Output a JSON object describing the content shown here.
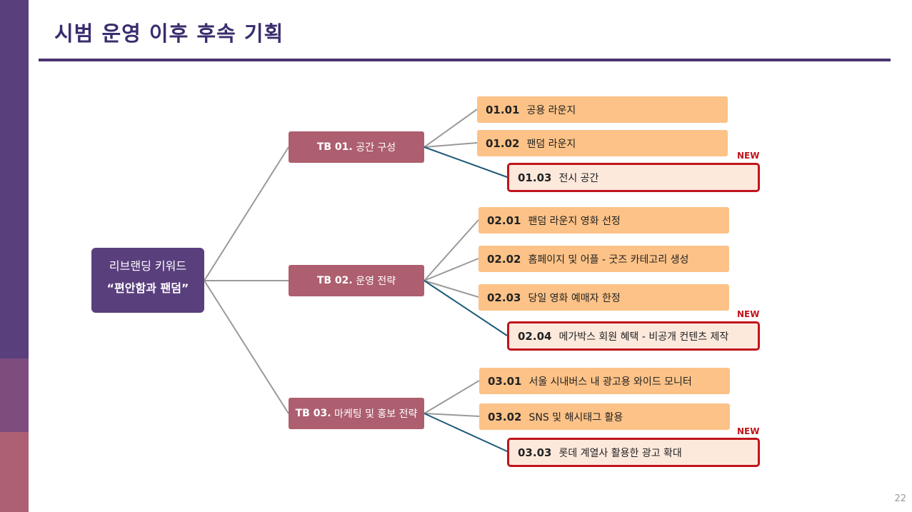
{
  "title": "시범 운영 이후 후속 기획",
  "page_number": "22",
  "root": {
    "line1": "리브랜딩 키워드",
    "line2": "“편안함과 팬덤”"
  },
  "colors": {
    "sidebar": "#5a3f7d",
    "root": "#5a3f7d",
    "branch": "#ad5f6f",
    "leaf": "#fcc287",
    "leaf_new_bg": "#fde9dc",
    "new_accent": "#c0141b",
    "new_link": "#1f5a78",
    "link": "#9a9a9a"
  },
  "branches": [
    {
      "code": "TB 01.",
      "label": "공간 구성",
      "items": [
        {
          "code": "01.01",
          "label": "공용 라운지",
          "is_new": false
        },
        {
          "code": "01.02",
          "label": "팬덤 라운지",
          "is_new": false
        },
        {
          "code": "01.03",
          "label": "전시 공간",
          "is_new": true,
          "badge": "NEW"
        }
      ]
    },
    {
      "code": "TB 02.",
      "label": "운영 전략",
      "items": [
        {
          "code": "02.01",
          "label": "팬덤 라운지 영화 선정",
          "is_new": false
        },
        {
          "code": "02.02",
          "label": "홈페이지 및 어플 - 굿즈 카테고리 생성",
          "is_new": false
        },
        {
          "code": "02.03",
          "label": "당일 영화 예매자 한정",
          "is_new": false
        },
        {
          "code": "02.04",
          "label": "메가박스 회원 혜택 - 비공개 컨텐츠 제작",
          "is_new": true,
          "badge": "NEW"
        }
      ]
    },
    {
      "code": "TB 03.",
      "label": "마케팅 및 홍보 전략",
      "items": [
        {
          "code": "03.01",
          "label": "서울 시내버스 내 광고용 와이드 모니터",
          "is_new": false
        },
        {
          "code": "03.02",
          "label": "SNS 및 해시태그 활용",
          "is_new": false
        },
        {
          "code": "03.03",
          "label": "롯데 계열사 활용한 광고 확대",
          "is_new": true,
          "badge": "NEW"
        }
      ]
    }
  ]
}
